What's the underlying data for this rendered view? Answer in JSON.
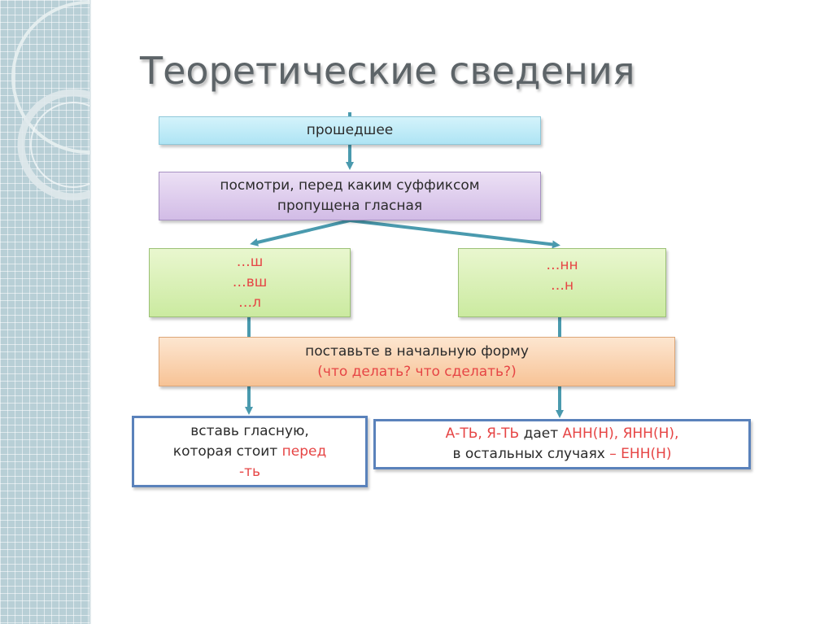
{
  "title": "Теоретические сведения",
  "nodes": {
    "past": "прошедшее",
    "look": {
      "line1": "посмотри, перед каким суффиксом",
      "line2": "пропущена гласная"
    },
    "left_suffixes": [
      "…ш",
      "…вш",
      "…л"
    ],
    "right_suffixes": [
      "…нн",
      "…н"
    ],
    "initial_form": {
      "line1": "поставьте в начальную форму",
      "line2": "(что делать? что сделать?)"
    },
    "left_result": {
      "line1": "вставь гласную,",
      "line2_text": "которая стоит ",
      "line2_red": "перед",
      "line3": "-ть"
    },
    "right_result": {
      "red1": "А-ТЬ, Я-ТЬ",
      "text1": " дает ",
      "red2": "АНН(Н), ЯНН(Н),",
      "text2": "в остальных случаях ",
      "red3": "– ЕНН(Н)"
    }
  },
  "colors": {
    "arrow": "#4a9aae",
    "title": "#5d6468",
    "accent_red": "#e64545",
    "result_border": "#5a82bb"
  }
}
